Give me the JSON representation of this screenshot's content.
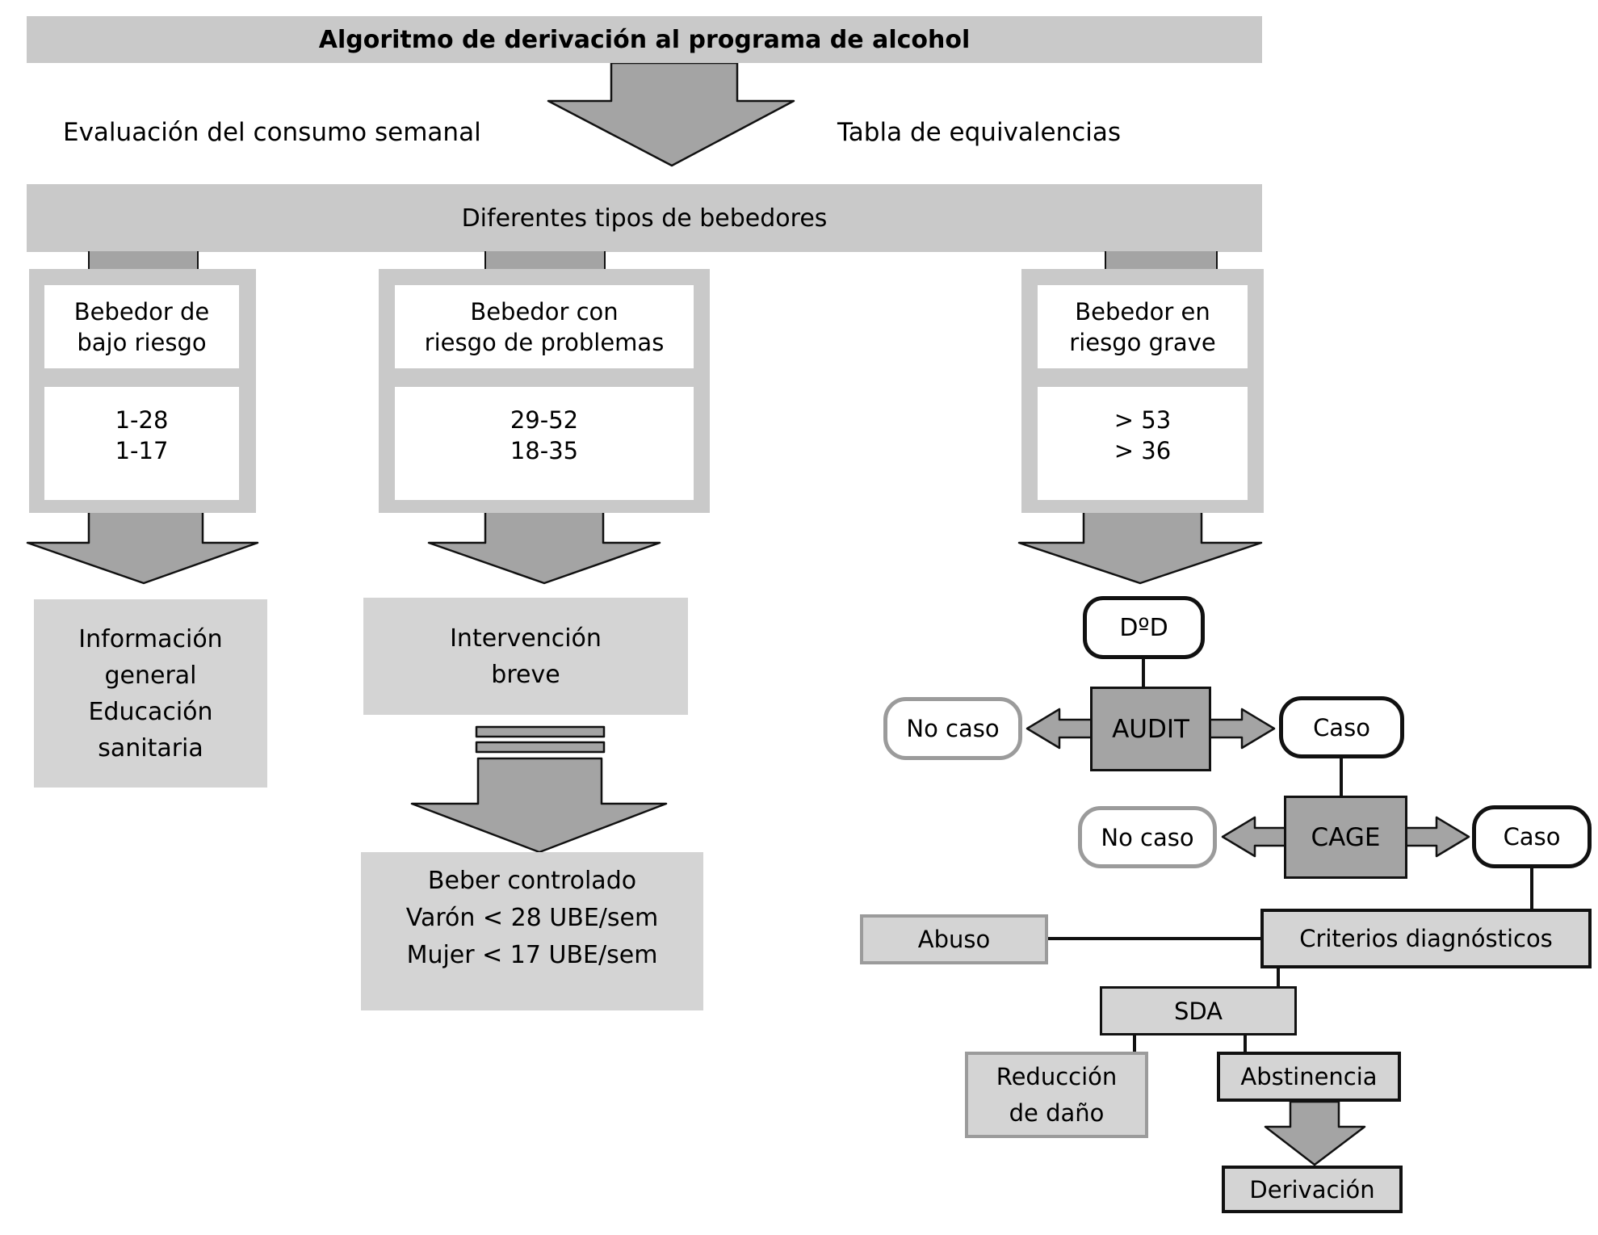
{
  "title": "Algoritmo de derivación al programa de alcohol",
  "labels": {
    "weekly_consumption": "Evaluación del consumo semanal",
    "equivalence_table": "Tabla de equivalencias",
    "drinker_types": "Diferentes tipos de bebedores"
  },
  "low_risk": {
    "type_lines": [
      "Bebedor de",
      "bajo riesgo"
    ],
    "range_lines": [
      "1-28",
      "1-17"
    ],
    "outcome_lines": [
      "Información",
      "general",
      "Educación",
      "sanitaria"
    ]
  },
  "problem_risk": {
    "type_lines": [
      "Bebedor con",
      "riesgo de problemas"
    ],
    "range_lines": [
      "29-52",
      "18-35"
    ],
    "outcome_lines": [
      "Intervención",
      "breve"
    ],
    "controlled_drinking_lines": [
      "Beber controlado",
      "Varón < 28 UBE/sem",
      "Mujer < 17 UBE/sem"
    ]
  },
  "severe_risk": {
    "type_lines": [
      "Bebedor en",
      "riesgo grave"
    ],
    "range_lines": [
      "> 53",
      "> 36"
    ],
    "dod": "DºD",
    "audit": "AUDIT",
    "audit_no_case": "No caso",
    "audit_case": "Caso",
    "cage": "CAGE",
    "cage_no_case": "No caso",
    "cage_case": "Caso",
    "diagnostic_criteria": "Criterios diagnósticos",
    "abuse": "Abuso",
    "sda": "SDA",
    "harm_reduction_lines": [
      "Reducción",
      "de daño"
    ],
    "abstinence": "Abstinencia",
    "referral": "Derivación"
  },
  "colors": {
    "bar_fill": "#c9c9c9",
    "container_fill": "#c9c9c9",
    "node_fill": "#d4d4d4",
    "connector_fill": "#a4a4a4",
    "outline": "#111111",
    "muted_border": "#9b9b9b",
    "text": "#000000"
  }
}
